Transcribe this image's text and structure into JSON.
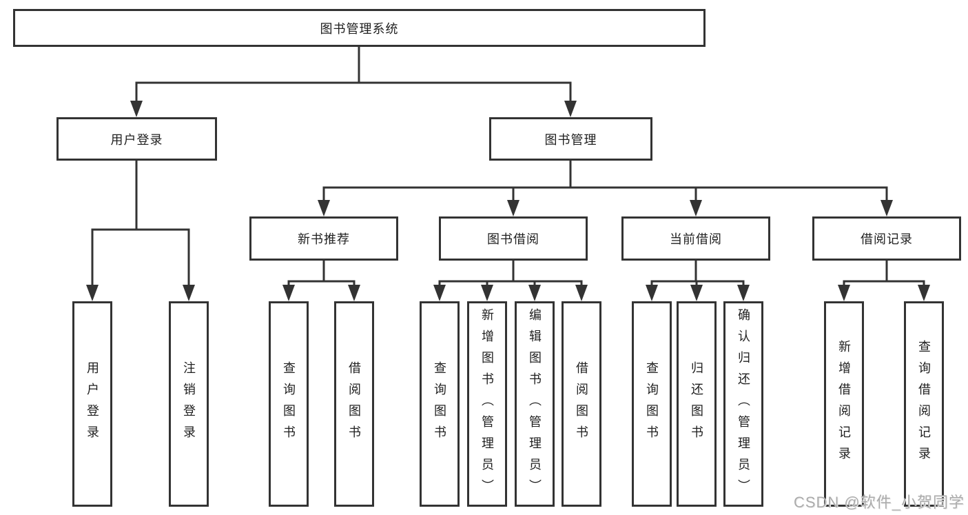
{
  "tree": {
    "root_label": "图书管理系统",
    "children": [
      {
        "label": "用户登录",
        "leaves": [
          "用户登录",
          "注销登录"
        ]
      },
      {
        "label": "图书管理",
        "children": [
          {
            "label": "新书推荐",
            "leaves": [
              "查询图书",
              "借阅图书"
            ]
          },
          {
            "label": "图书借阅",
            "leaves": [
              "查询图书",
              "新增图书（管理员）",
              "编辑图书（管理员）",
              "借阅图书"
            ]
          },
          {
            "label": "当前借阅",
            "leaves": [
              "查询图书",
              "归还图书",
              "确认归还（管理员）"
            ]
          },
          {
            "label": "借阅记录",
            "leaves": [
              "新增借阅记录",
              "查询借阅记录"
            ]
          }
        ]
      }
    ]
  },
  "watermark": "CSDN @软件_小贺同学",
  "colors": {
    "line": "#333333",
    "node_border": "#333333",
    "text": "#1f1f1f",
    "watermark": "#ababab",
    "background": "#ffffff"
  }
}
